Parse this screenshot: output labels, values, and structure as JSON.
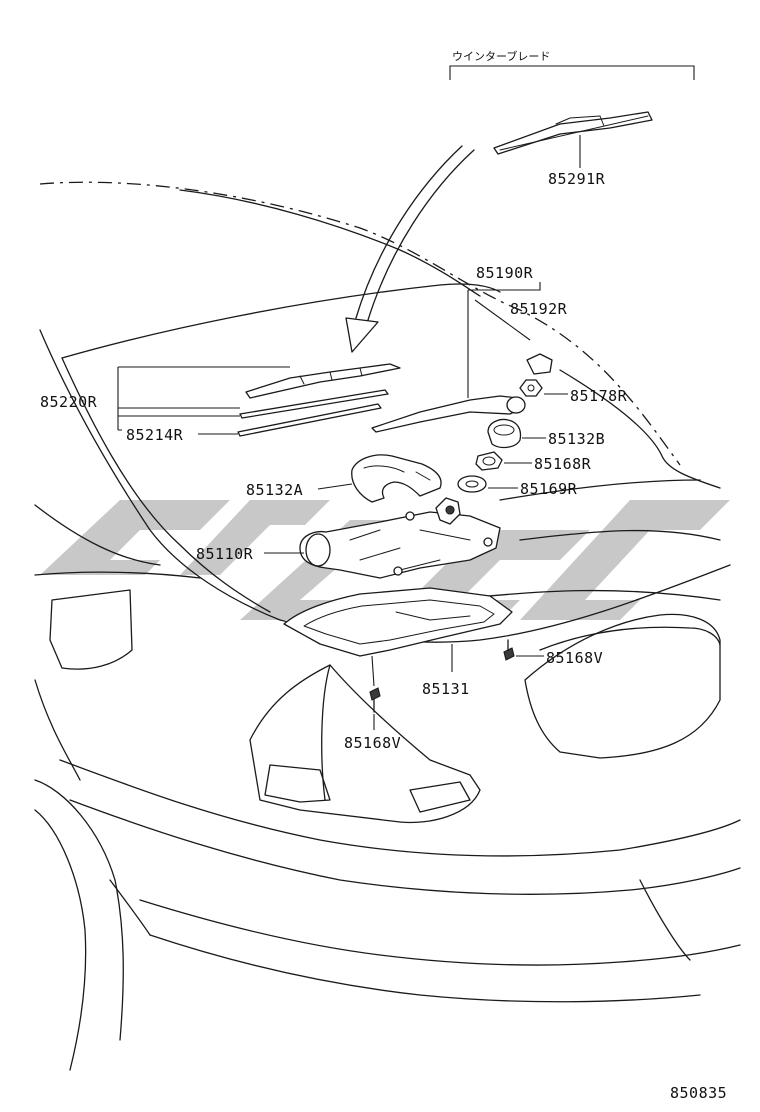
{
  "diagram": {
    "header_label": "ウインターブレード",
    "diagram_code": "850835",
    "parts": {
      "p85291R": "85291R",
      "p85190R": "85190R",
      "p85192R": "85192R",
      "p85178R": "85178R",
      "p85220R": "85220R",
      "p85214R": "85214R",
      "p85132B": "85132B",
      "p85168R": "85168R",
      "p85132A": "85132A",
      "p85169R": "85169R",
      "p85110R": "85110R",
      "p85168V_right": "85168V",
      "p85131": "85131",
      "p85168V_left": "85168V"
    }
  }
}
